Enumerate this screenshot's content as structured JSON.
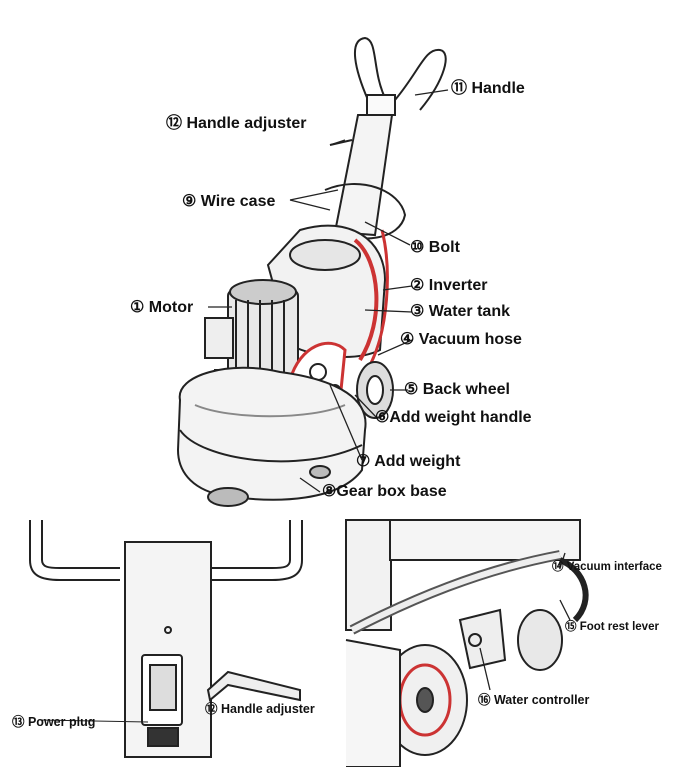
{
  "labels": {
    "handle": "⑪ Handle",
    "handle_adjuster": "⑫ Handle adjuster",
    "wire_case": "⑨ Wire case",
    "bolt": "⑩ Bolt",
    "inverter": "② Inverter",
    "motor": "① Motor",
    "water_tank": "③ Water tank",
    "vacuum_hose": "④ Vacuum hose",
    "back_wheel": "⑤ Back wheel",
    "add_weight_handle": "⑥Add weight handle",
    "add_weight": "⑦ Add weight",
    "gear_box_base": "⑧Gear box base",
    "power_plug": "⑬ Power plug",
    "handle_adjuster_2": "⑫ Handle adjuster",
    "vacuum_interface": "⑭ Vacuum interface",
    "foot_rest_lever": "⑮ Foot rest lever",
    "water_controller": "⑯ Water controller"
  }
}
